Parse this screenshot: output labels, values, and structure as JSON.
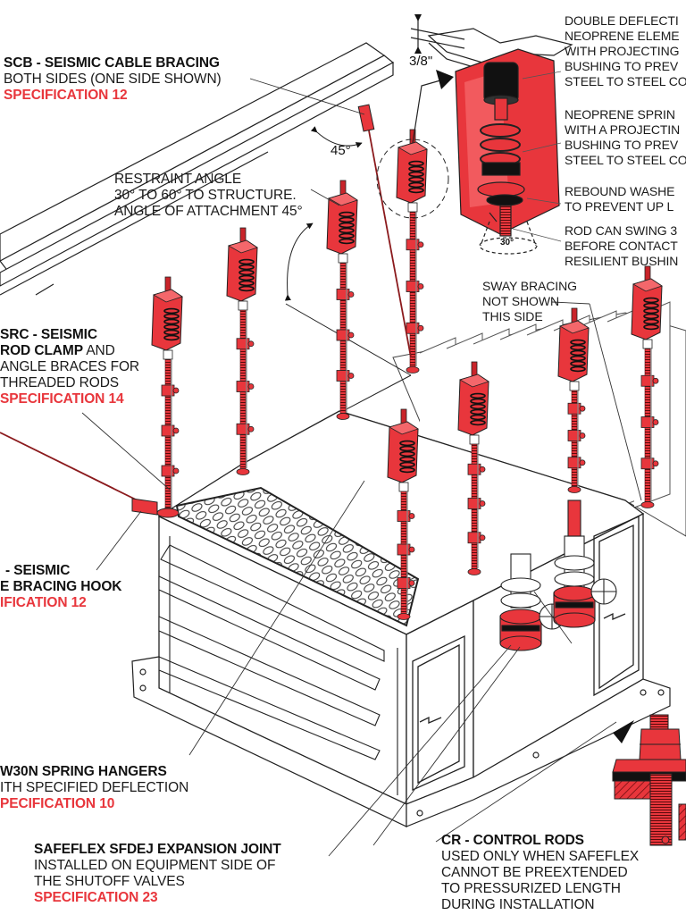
{
  "figure": {
    "title": "Seismic restraint installation for suspended air handling equipment",
    "colors": {
      "accent_red": "#e8363c",
      "line": "#222222",
      "dark_fill": "#111111"
    }
  },
  "callouts": {
    "scb": {
      "title": "SCB - SEISMIC CABLE BRACING",
      "lines": [
        "BOTH SIDES (ONE SIDE SHOWN)"
      ],
      "spec": "SPECIFICATION 12"
    },
    "restraint_angle": {
      "lines": [
        "RESTRAINT ANGLE",
        "30° TO 60° TO STRUCTURE.",
        "ANGLE OF ATTACHMENT 45°"
      ]
    },
    "src": {
      "title_1": "SRC - SEISMIC",
      "title_2": "ROD CLAMP",
      "title_2_tail": " AND",
      "lines": [
        "ANGLE BRACES FOR",
        "THREADED RODS"
      ],
      "spec": "SPECIFICATION 14"
    },
    "hook": {
      "title_1": "- SEISMIC",
      "title_2": "E BRACING HOOK",
      "spec": "IFICATION 12"
    },
    "w30n": {
      "title": "W30N SPRING HANGERS",
      "lines": [
        "ITH SPECIFIED DEFLECTION"
      ],
      "spec": "PECIFICATION 10"
    },
    "safeflex": {
      "title": "SAFEFLEX SFDEJ EXPANSION JOINT",
      "lines": [
        "INSTALLED ON EQUIPMENT SIDE OF",
        "THE SHUTOFF VALVES"
      ],
      "spec": "SPECIFICATION 23"
    },
    "cr": {
      "title": "CR - CONTROL RODS",
      "lines": [
        "USED ONLY WHEN SAFEFLEX",
        "CANNOT BE PREEXTENDED",
        "TO PRESSURIZED LENGTH",
        "DURING INSTALLATION"
      ]
    },
    "sway": {
      "lines": [
        "SWAY BRACING",
        "NOT SHOWN",
        "THIS SIDE"
      ]
    },
    "detail_double": {
      "lines": [
        "DOUBLE DEFLECTI",
        "NEOPRENE ELEME",
        "WITH PROJECTING",
        "BUSHING TO PREV",
        "STEEL TO STEEL CO"
      ]
    },
    "detail_spring": {
      "lines": [
        "NEOPRENE SPRIN",
        "WITH A PROJECTIN",
        "BUSHING TO PREV",
        "STEEL TO STEEL CO"
      ]
    },
    "detail_rebound": {
      "lines": [
        "REBOUND WASHE",
        "TO PREVENT UP L"
      ]
    },
    "detail_swing": {
      "lines": [
        "ROD CAN SWING 3",
        "BEFORE CONTACT",
        "RESILIENT BUSHIN"
      ]
    }
  },
  "dimensions": {
    "gap": "3/8\"",
    "cable_angle": "45°",
    "swing_angle": "30°"
  }
}
